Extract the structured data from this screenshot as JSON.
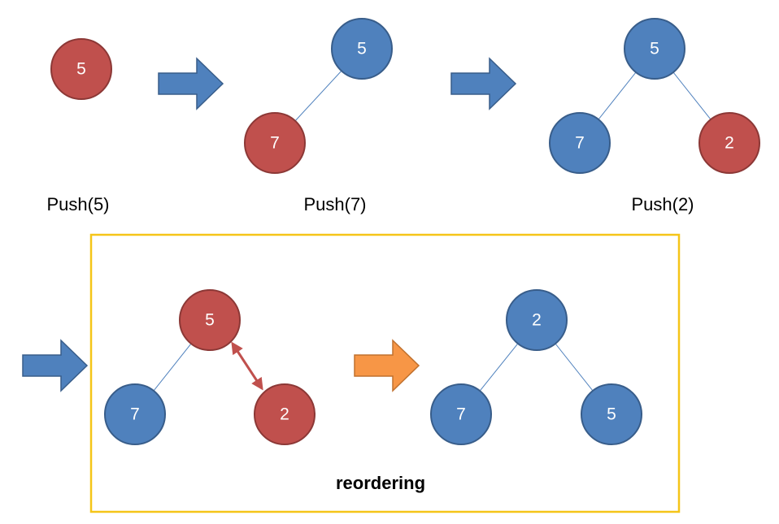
{
  "colors": {
    "red_node_fill": "#c0504d",
    "red_node_stroke": "#8c3836",
    "blue_node_fill": "#4f81bd",
    "blue_node_stroke": "#385d8a",
    "edge": "#4f81bd",
    "arrow_blue": "#4f81bd",
    "arrow_orange": "#f79646",
    "swap_arrow": "#c0504d",
    "highlight_box": "#f5c518"
  },
  "steps": [
    {
      "label": "Push(5)",
      "nodes": [
        {
          "value": "5",
          "color": "red"
        }
      ]
    },
    {
      "label": "Push(7)",
      "nodes": [
        {
          "value": "5",
          "color": "blue"
        },
        {
          "value": "7",
          "color": "red"
        }
      ]
    },
    {
      "label": "Push(2)",
      "nodes": [
        {
          "value": "5",
          "color": "blue"
        },
        {
          "value": "7",
          "color": "blue"
        },
        {
          "value": "2",
          "color": "red"
        }
      ]
    }
  ],
  "reordering": {
    "caption": "reordering",
    "before": [
      {
        "value": "5",
        "color": "red"
      },
      {
        "value": "7",
        "color": "blue"
      },
      {
        "value": "2",
        "color": "red"
      }
    ],
    "after": [
      {
        "value": "2",
        "color": "blue"
      },
      {
        "value": "7",
        "color": "blue"
      },
      {
        "value": "5",
        "color": "blue"
      }
    ]
  },
  "arrows": [
    {
      "icon": "right-arrow-icon",
      "color": "blue"
    },
    {
      "icon": "right-arrow-icon",
      "color": "blue"
    },
    {
      "icon": "right-arrow-icon",
      "color": "blue"
    },
    {
      "icon": "right-arrow-icon",
      "color": "orange"
    }
  ],
  "swap_arrow": {
    "icon": "double-headed-arrow-icon"
  }
}
